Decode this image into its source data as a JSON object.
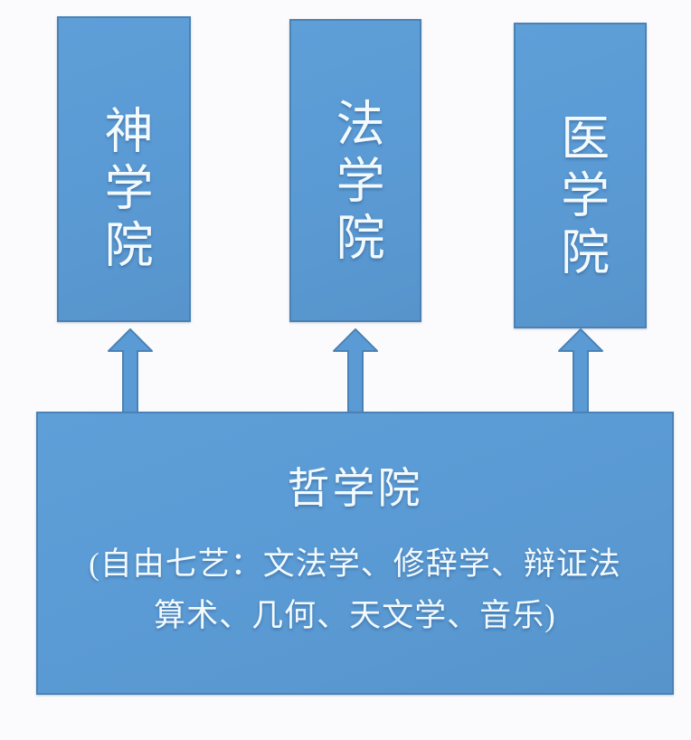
{
  "diagram": {
    "title_structure": "medieval university faculties hierarchy",
    "background_color": "#fbfbfd",
    "box_fill_color": "#5B9BD5",
    "box_border_color": "#4A82B5",
    "text_color": "#F2FAFE",
    "arrow_fill_color": "#5B9BD5",
    "arrow_border_color": "#4A82B5"
  },
  "upper_nodes": [
    {
      "id": "theology",
      "label": "神学院"
    },
    {
      "id": "law",
      "label": "法学院"
    },
    {
      "id": "medicine",
      "label": "医学院"
    }
  ],
  "base_node": {
    "id": "philosophy",
    "title": "哲学院",
    "subtitle_lines": [
      "(自由七艺：文法学、修辞学、辩证法",
      "算术、几何、天文学、音乐)"
    ]
  },
  "arrows": [
    {
      "id": "arrow-theology",
      "from": "philosophy",
      "to": "theology",
      "direction": "up"
    },
    {
      "id": "arrow-law",
      "from": "philosophy",
      "to": "law",
      "direction": "up"
    },
    {
      "id": "arrow-medicine",
      "from": "philosophy",
      "to": "medicine",
      "direction": "up"
    }
  ]
}
